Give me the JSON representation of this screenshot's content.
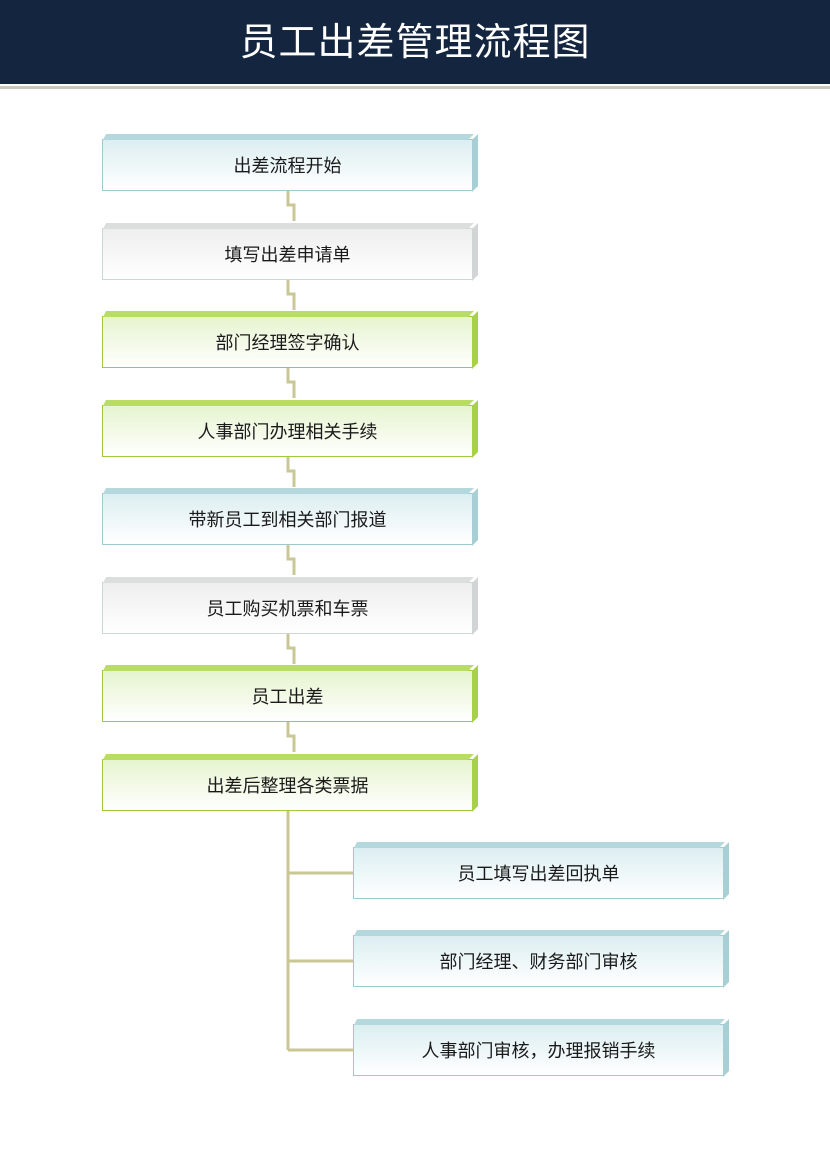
{
  "title": "员工出差管理流程图",
  "steps": [
    {
      "label": "出差流程开始",
      "style": "blue"
    },
    {
      "label": "填写出差申请单",
      "style": "gray"
    },
    {
      "label": "部门经理签字确认",
      "style": "green"
    },
    {
      "label": "人事部门办理相关手续",
      "style": "green"
    },
    {
      "label": "带新员工到相关部门报道",
      "style": "blue"
    },
    {
      "label": "员工购买机票和车票",
      "style": "gray"
    },
    {
      "label": "员工出差",
      "style": "green"
    },
    {
      "label": "出差后整理各类票据",
      "style": "green"
    }
  ],
  "sub_steps": [
    {
      "label": "员工填写出差回执单",
      "style": "blue"
    },
    {
      "label": "部门经理、财务部门审核",
      "style": "blue"
    },
    {
      "label": "人事部门审核，办理报销手续",
      "style": "blue"
    }
  ],
  "colors": {
    "header": "#14253f",
    "connector": "#c8c795",
    "blue_border": "#9fc9cf",
    "gray_border": "#cfd4d4",
    "green_border": "#9dcb3c"
  }
}
